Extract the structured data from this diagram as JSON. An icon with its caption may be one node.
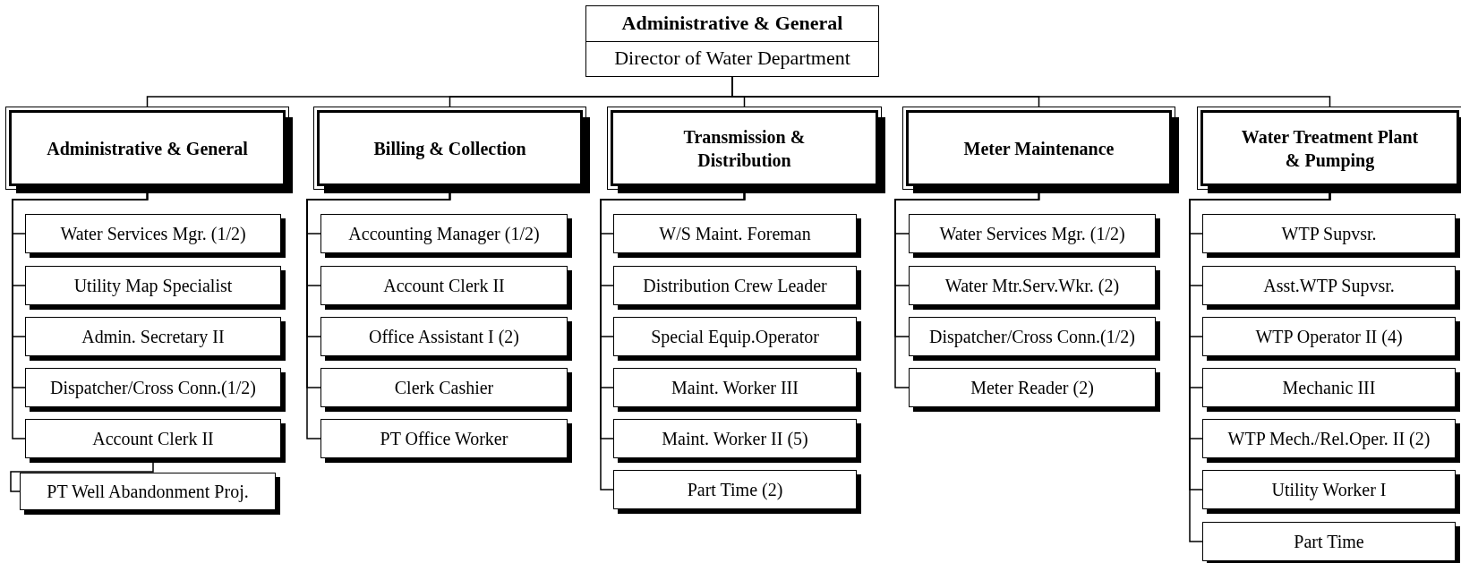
{
  "diagram": {
    "nodes": [
      {
        "text": [
          "Administrative & General",
          "Director of Water Department"
        ]
      },
      {
        "text": [
          "Administrative & General"
        ]
      },
      {
        "text": [
          "Billing & Collection"
        ]
      },
      {
        "text": [
          "Transmission & Distribution"
        ]
      },
      {
        "text": [
          "Meter Maintenance"
        ]
      },
      {
        "text": [
          "Water Treatment Plant & Pumping"
        ]
      },
      {
        "text": [
          "Water Services Mgr. (1/2)"
        ]
      },
      {
        "text": [
          "Utility Map Specialist"
        ]
      },
      {
        "text": [
          "Admin. Secretary II"
        ]
      },
      {
        "text": [
          "Dispatcher/Cross Conn.(1/2)"
        ]
      },
      {
        "text": [
          "Account Clerk II"
        ]
      },
      {
        "text": [
          "PT Well Abandonment Proj."
        ]
      },
      {
        "text": [
          "Accounting Manager (1/2)"
        ]
      },
      {
        "text": [
          "Account Clerk II"
        ]
      },
      {
        "text": [
          "Office Assistant I (2)"
        ]
      },
      {
        "text": [
          "Clerk Cashier"
        ]
      },
      {
        "text": [
          "PT Office Worker"
        ]
      },
      {
        "text": [
          "W/S Maint. Foreman"
        ]
      },
      {
        "text": [
          "Distribution Crew Leader"
        ]
      },
      {
        "text": [
          "Special Equip.Operator"
        ]
      },
      {
        "text": [
          "Maint. Worker III"
        ]
      },
      {
        "text": [
          "Maint. Worker II (5)"
        ]
      },
      {
        "text": [
          "Part Time (2)"
        ]
      },
      {
        "text": [
          "Water Services Mgr. (1/2)"
        ]
      },
      {
        "text": [
          "Water Mtr.Serv.Wkr. (2)"
        ]
      },
      {
        "text": [
          "Dispatcher/Cross Conn.(1/2)"
        ]
      },
      {
        "text": [
          "Meter Reader (2)"
        ]
      },
      {
        "text": [
          "WTP Supvsr."
        ]
      },
      {
        "text": [
          "Asst.WTP Supvsr."
        ]
      },
      {
        "text": [
          "WTP Operator II (4)"
        ]
      },
      {
        "text": [
          "Mechanic III"
        ]
      },
      {
        "text": [
          "WTP Mech./Rel.Oper. II (2)"
        ]
      },
      {
        "text": [
          "Utility Worker I"
        ]
      },
      {
        "text": [
          "Part Time"
        ]
      }
    ],
    "edges": [
      {
        "from": 0,
        "to": 1,
        "arrow": "none"
      },
      {
        "from": 0,
        "to": 2,
        "arrow": "none"
      },
      {
        "from": 0,
        "to": 3,
        "arrow": "none"
      },
      {
        "from": 0,
        "to": 4,
        "arrow": "none"
      },
      {
        "from": 0,
        "to": 5,
        "arrow": "none"
      },
      {
        "from": 1,
        "to": 6,
        "arrow": "none"
      },
      {
        "from": 1,
        "to": 7,
        "arrow": "none"
      },
      {
        "from": 1,
        "to": 8,
        "arrow": "none"
      },
      {
        "from": 1,
        "to": 9,
        "arrow": "none"
      },
      {
        "from": 1,
        "to": 10,
        "arrow": "none"
      },
      {
        "from": 10,
        "to": 11,
        "arrow": "none"
      },
      {
        "from": 2,
        "to": 12,
        "arrow": "none"
      },
      {
        "from": 2,
        "to": 13,
        "arrow": "none"
      },
      {
        "from": 2,
        "to": 14,
        "arrow": "none"
      },
      {
        "from": 2,
        "to": 15,
        "arrow": "none"
      },
      {
        "from": 2,
        "to": 16,
        "arrow": "none"
      },
      {
        "from": 3,
        "to": 17,
        "arrow": "none"
      },
      {
        "from": 3,
        "to": 18,
        "arrow": "none"
      },
      {
        "from": 3,
        "to": 19,
        "arrow": "none"
      },
      {
        "from": 3,
        "to": 20,
        "arrow": "none"
      },
      {
        "from": 3,
        "to": 21,
        "arrow": "none"
      },
      {
        "from": 3,
        "to": 22,
        "arrow": "none"
      },
      {
        "from": 4,
        "to": 23,
        "arrow": "none"
      },
      {
        "from": 4,
        "to": 24,
        "arrow": "none"
      },
      {
        "from": 4,
        "to": 25,
        "arrow": "none"
      },
      {
        "from": 4,
        "to": 26,
        "arrow": "none"
      },
      {
        "from": 5,
        "to": 27,
        "arrow": "none"
      },
      {
        "from": 5,
        "to": 28,
        "arrow": "none"
      },
      {
        "from": 5,
        "to": 29,
        "arrow": "none"
      },
      {
        "from": 5,
        "to": 30,
        "arrow": "none"
      },
      {
        "from": 5,
        "to": 31,
        "arrow": "none"
      },
      {
        "from": 5,
        "to": 32,
        "arrow": "none"
      },
      {
        "from": 5,
        "to": 33,
        "arrow": "none"
      }
    ]
  }
}
